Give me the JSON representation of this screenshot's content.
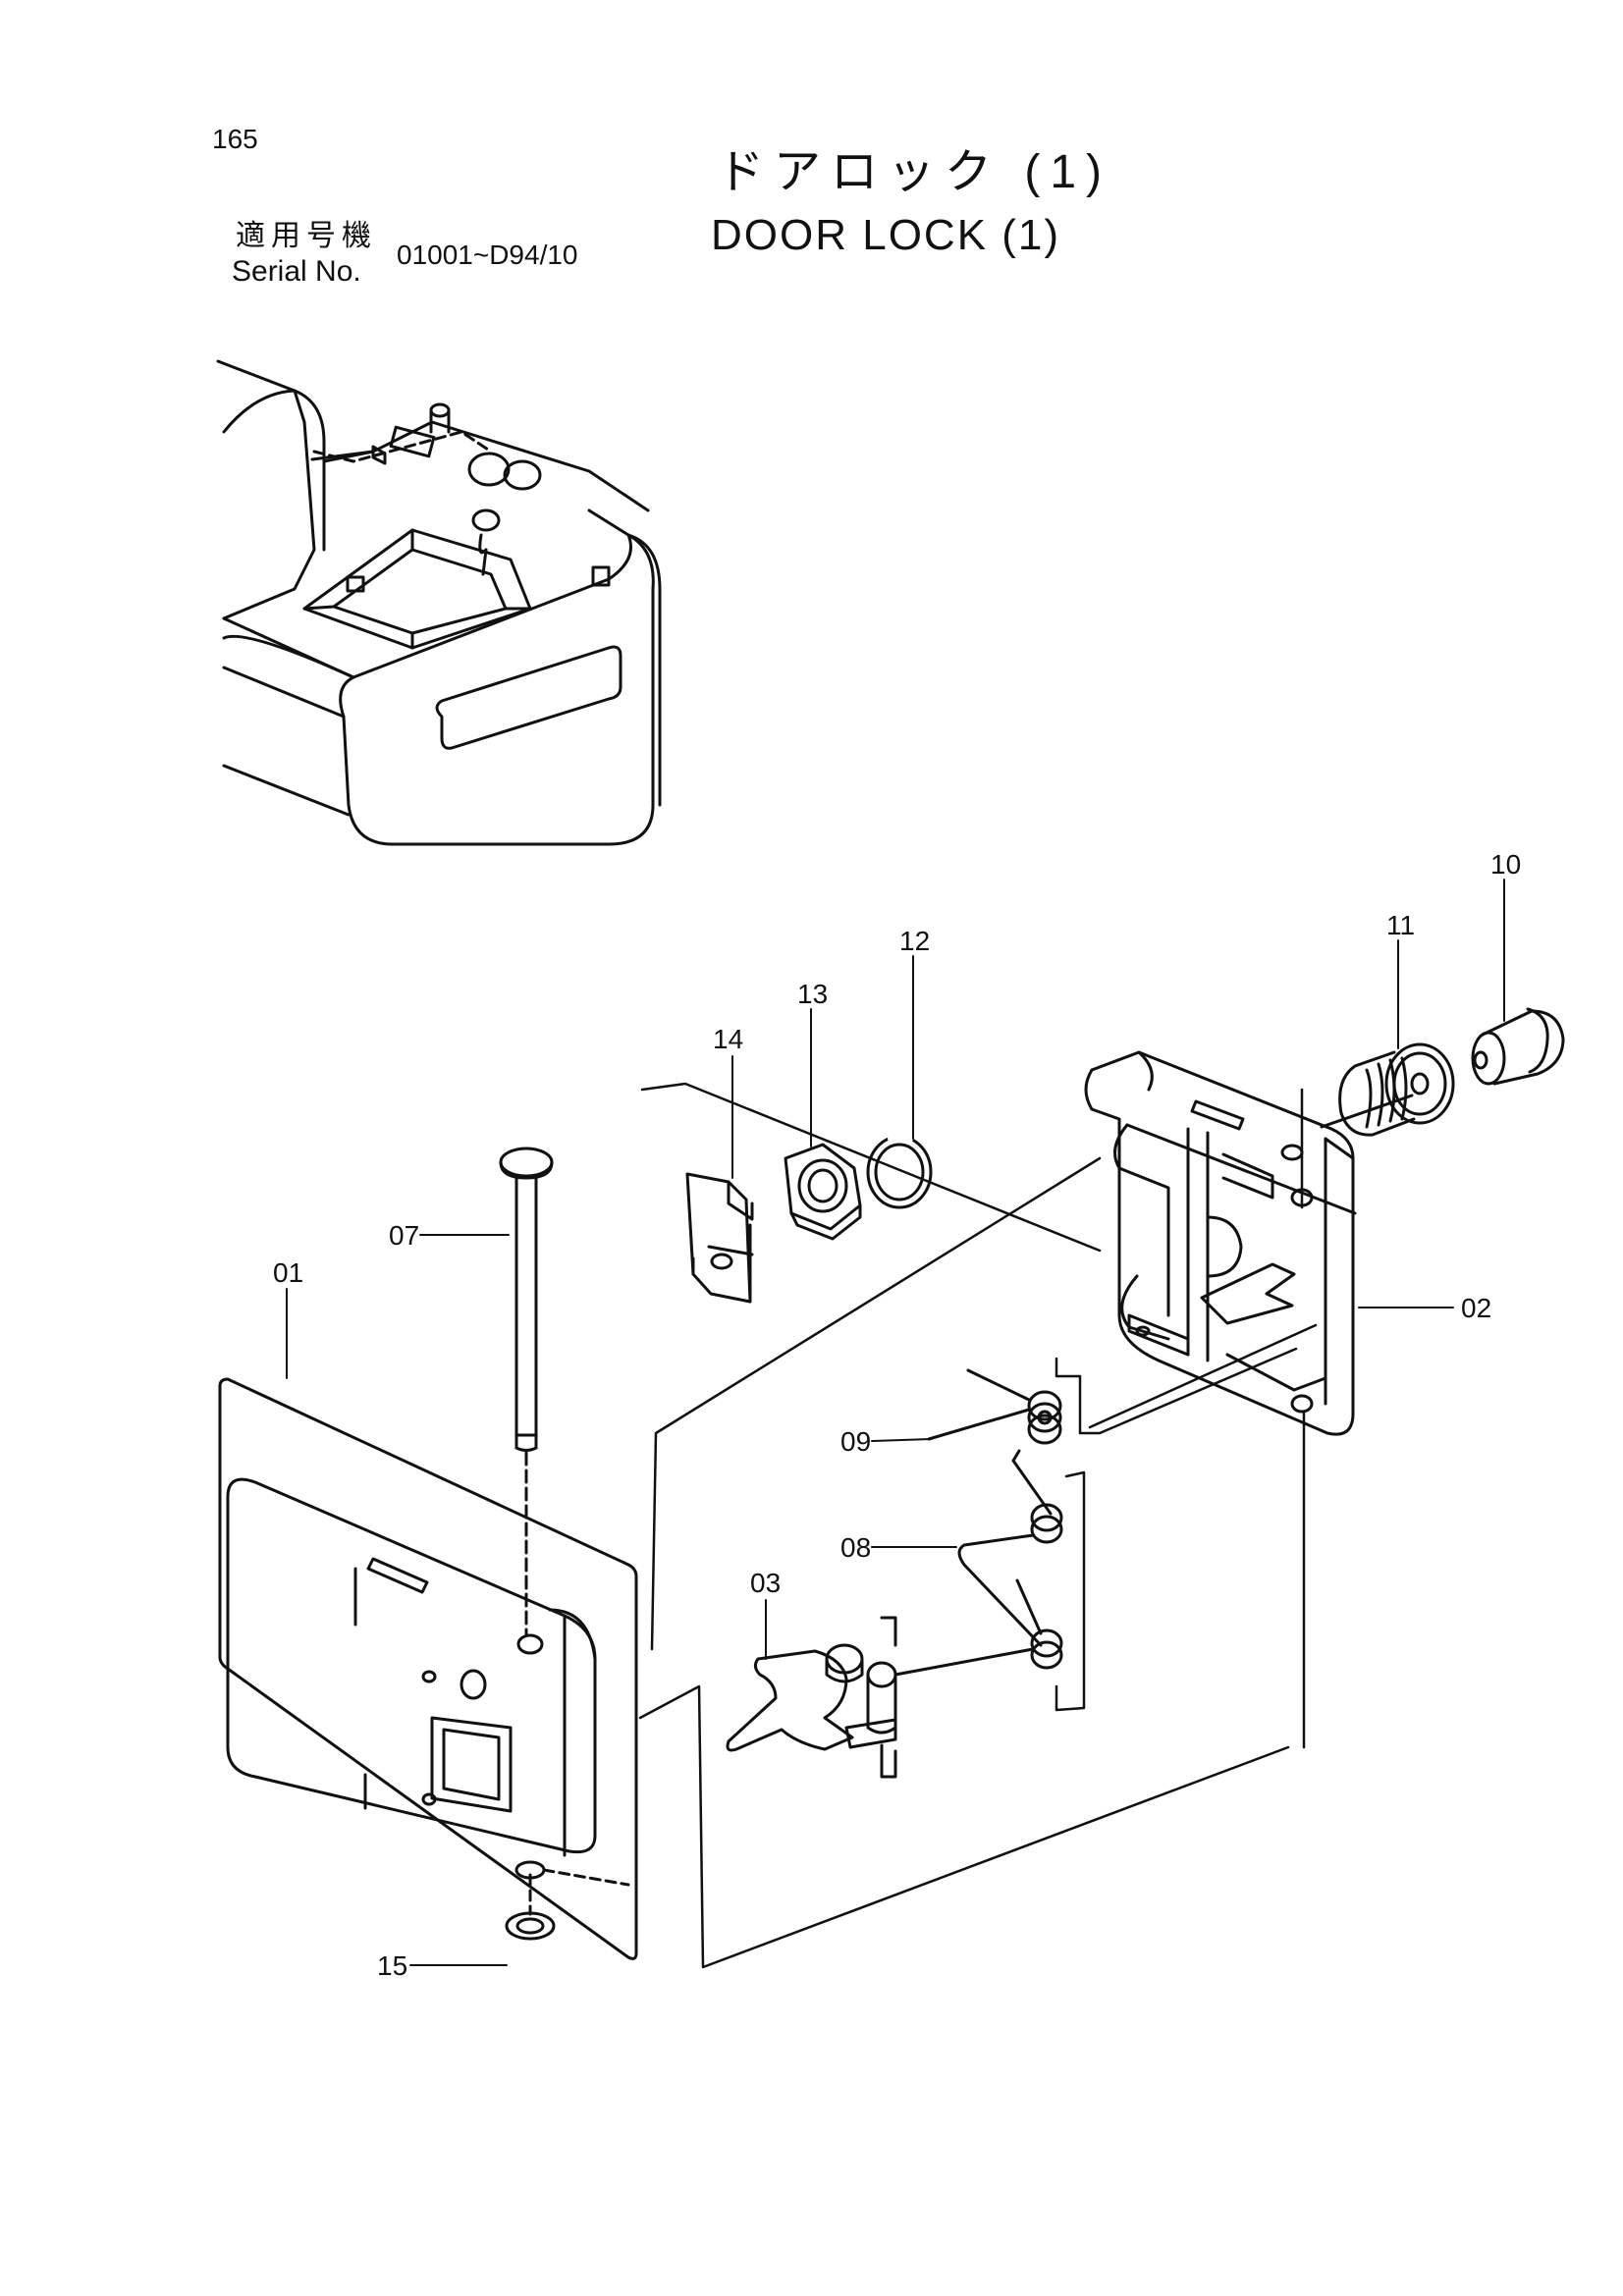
{
  "page": {
    "number": "165"
  },
  "title": {
    "jp": "ドアロック (1)",
    "en": "DOOR LOCK (1)"
  },
  "serial": {
    "label_jp": "適用号機",
    "label_en": "Serial No.",
    "range": "01001~D94/10"
  },
  "callouts": [
    {
      "id": "01",
      "label": "01"
    },
    {
      "id": "02",
      "label": "02"
    },
    {
      "id": "03",
      "label": "03"
    },
    {
      "id": "07",
      "label": "07"
    },
    {
      "id": "08",
      "label": "08"
    },
    {
      "id": "09",
      "label": "09"
    },
    {
      "id": "10",
      "label": "10"
    },
    {
      "id": "11",
      "label": "11"
    },
    {
      "id": "12",
      "label": "12"
    },
    {
      "id": "13",
      "label": "13"
    },
    {
      "id": "14",
      "label": "14"
    },
    {
      "id": "15",
      "label": "15"
    }
  ]
}
